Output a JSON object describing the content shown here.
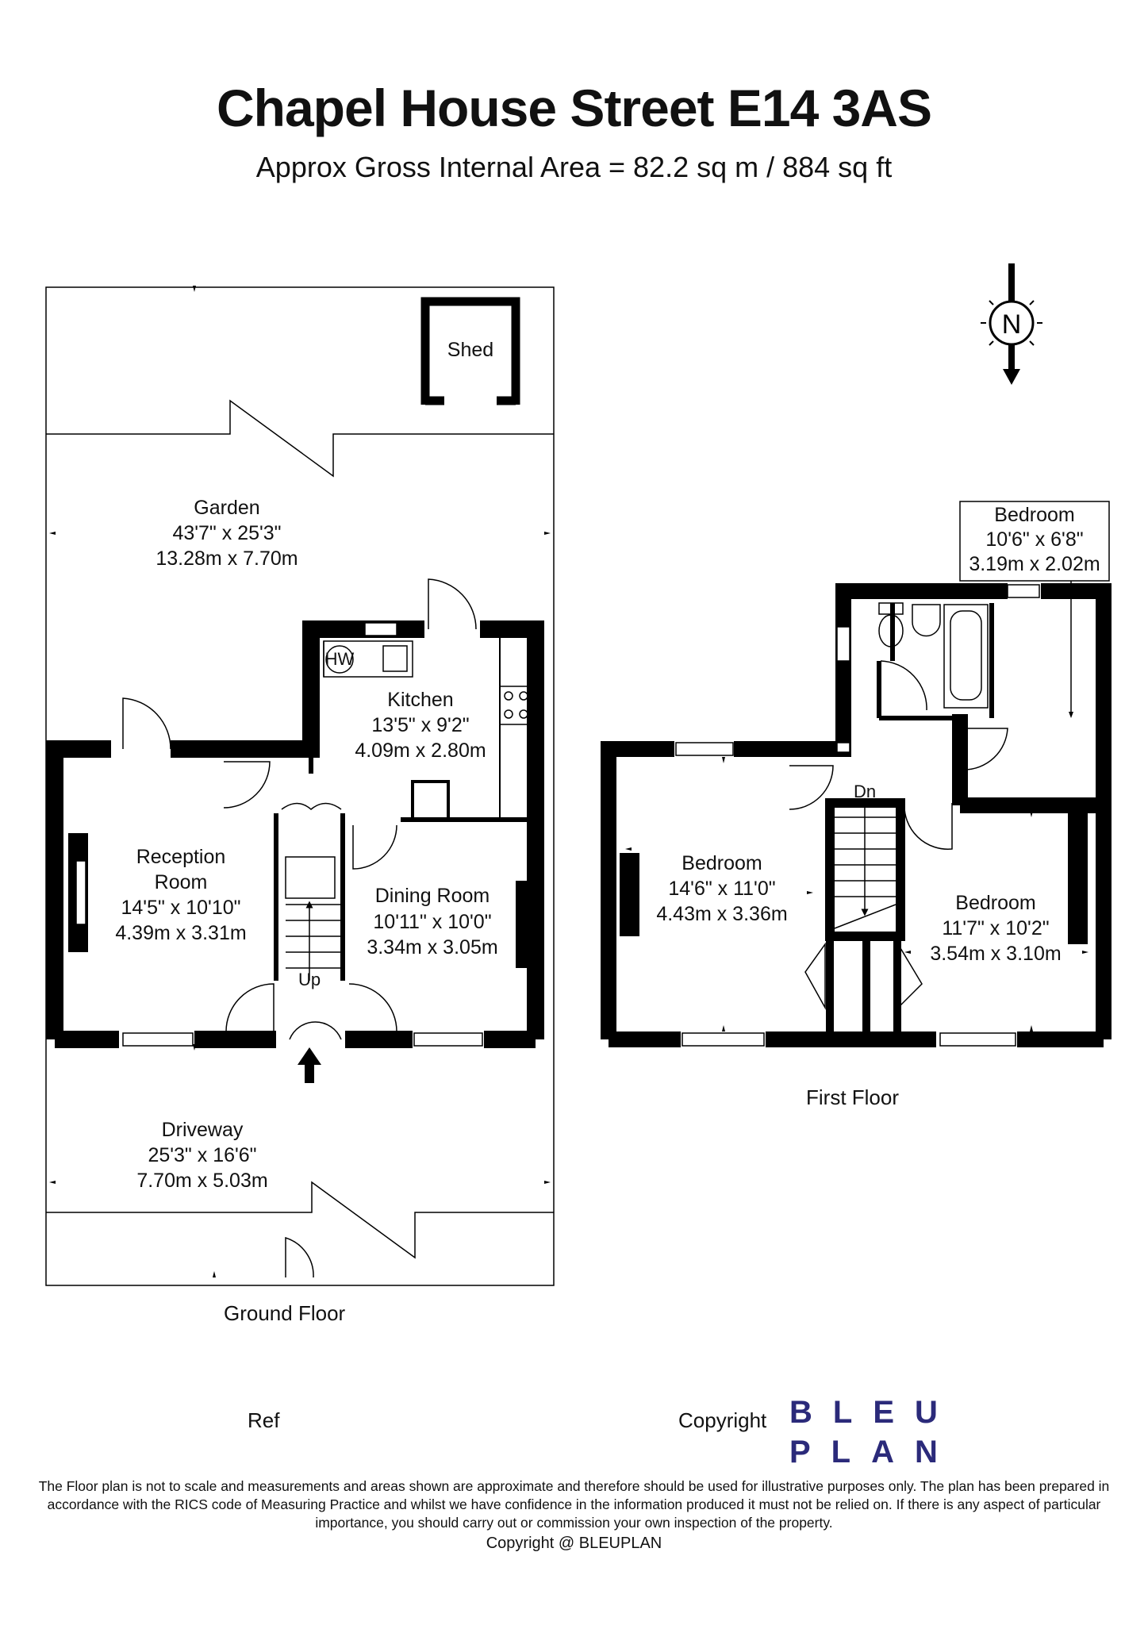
{
  "header": {
    "title": "Chapel House Street E14 3AS",
    "subtitle": "Approx Gross Internal Area = 82.2 sq m / 884 sq ft"
  },
  "compass": {
    "letter": "N"
  },
  "ground_floor": {
    "label": "Ground Floor",
    "rooms": {
      "shed": {
        "name": "Shed"
      },
      "garden": {
        "name": "Garden",
        "imperial": "43'7\" x 25'3\"",
        "metric": "13.28m x 7.70m"
      },
      "kitchen": {
        "name": "Kitchen",
        "imperial": "13'5\" x 9'2\"",
        "metric": "4.09m x 2.80m",
        "hw": "HW"
      },
      "reception": {
        "name_line1": "Reception",
        "name_line2": "Room",
        "imperial": "14'5\" x 10'10\"",
        "metric": "4.39m x 3.31m"
      },
      "dining": {
        "name": "Dining Room",
        "imperial": "10'11\" x 10'0\"",
        "metric": "3.34m x 3.05m"
      },
      "stairs": {
        "label": "Up"
      },
      "driveway": {
        "name": "Driveway",
        "imperial": "25'3\" x 16'6\"",
        "metric": "7.70m x 5.03m"
      }
    }
  },
  "first_floor": {
    "label": "First Floor",
    "rooms": {
      "bedroom_small": {
        "name": "Bedroom",
        "imperial": "10'6\" x 6'8\"",
        "metric": "3.19m x 2.02m"
      },
      "bedroom_main": {
        "name": "Bedroom",
        "imperial": "14'6\" x 11'0\"",
        "metric": "4.43m x 3.36m"
      },
      "bedroom_right": {
        "name": "Bedroom",
        "imperial": "11'7\" x 10'2\"",
        "metric": "3.54m x 3.10m"
      },
      "stairs": {
        "label": "Dn"
      }
    }
  },
  "footer": {
    "ref_label": "Ref",
    "copyright_label": "Copyright",
    "logo_line1": "BLEU",
    "logo_line2": "PLAN",
    "disclaimer": "The Floor plan is not to scale and measurements and areas shown are approximate and therefore should be used for illustrative purposes only. The plan has been prepared in accordance with the RICS code of Measuring Practice and whilst we have confidence in the information produced it must not be relied on. If there is any aspect of particular importance, you should carry out or commission your own inspection of the property.",
    "copyright_line": "Copyright @ BLEUPLAN"
  },
  "colors": {
    "wall": "#000000",
    "logo": "#2b2a7a",
    "background": "#ffffff"
  }
}
